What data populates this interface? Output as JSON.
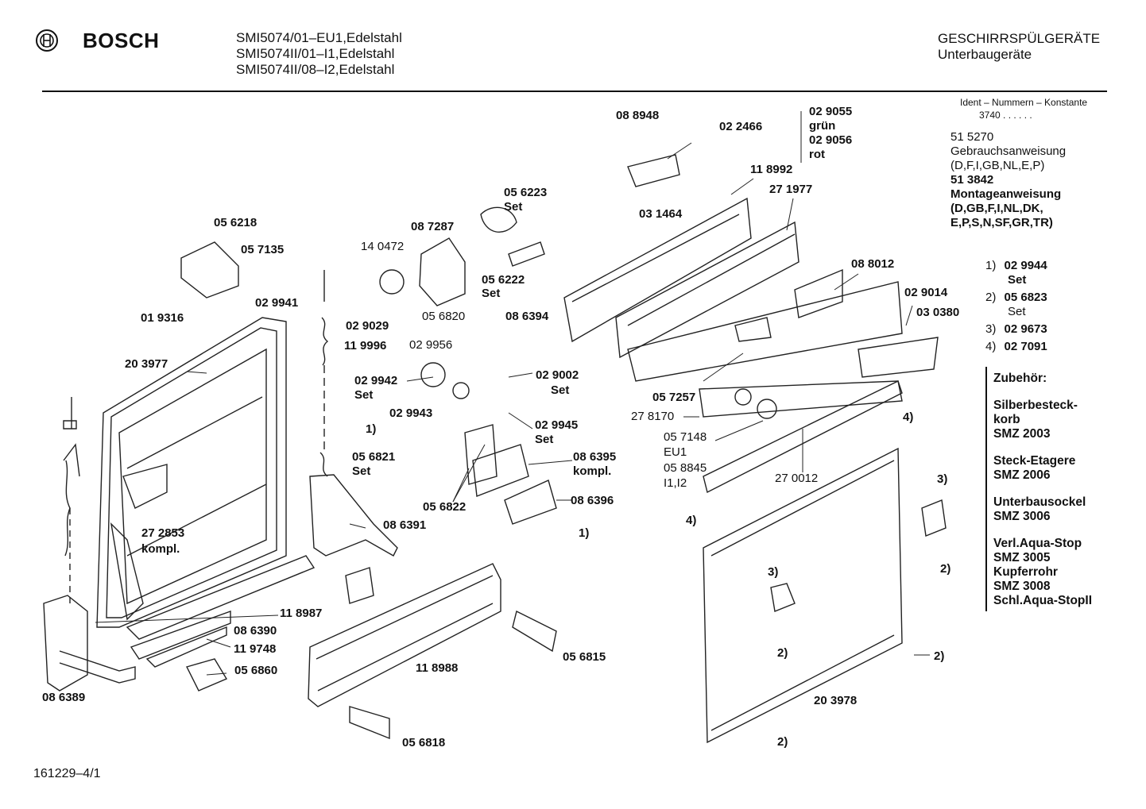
{
  "header": {
    "brand": "BOSCH",
    "models": [
      "SMI5074/01–EU1,Edelstahl",
      "SMI5074II/01–I1,Edelstahl",
      "SMI5074II/08–I2,Edelstahl"
    ],
    "category_line1": "GESCHIRRSPÜLGERÄTE",
    "category_line2": "Unterbaugeräte"
  },
  "ident": {
    "title": "Ident – Nummern – Konstante",
    "value": "3740 . . . . . ."
  },
  "documents": {
    "doc1_number": "51 5270",
    "doc1_name": "Gebrauchsanweisung",
    "doc1_langs": "(D,F,I,GB,NL,E,P)",
    "doc2_number": "51 3842",
    "doc2_name": "Montageanweisung",
    "doc2_langs1": "(D,GB,F,I,NL,DK,",
    "doc2_langs2": "E,P,S,N,SF,GR,TR)"
  },
  "notes": [
    {
      "num": "1)",
      "part": "02 9944",
      "suffix": "Set"
    },
    {
      "num": "2)",
      "part": "05 6823",
      "suffix": "Set"
    },
    {
      "num": "3)",
      "part": "02 9673",
      "suffix": ""
    },
    {
      "num": "4)",
      "part": "02 7091",
      "suffix": ""
    }
  ],
  "accessories": {
    "title": "Zubehör:",
    "items": [
      {
        "l1": "Silberbesteck-",
        "l2": "korb",
        "l3": "SMZ 2003"
      },
      {
        "l1": "Steck-Etagere",
        "l2": "SMZ 2006"
      },
      {
        "l1": "Unterbausockel",
        "l2": "SMZ 3006"
      },
      {
        "l1": "Verl.Aqua-Stop",
        "l2": "SMZ 3005",
        "l3": "Kupferrohr",
        "l4": "SMZ 3008",
        "l5": "Schl.Aqua-StopII"
      }
    ]
  },
  "labels": {
    "p088948": "08 8948",
    "p022466": "02 2466",
    "p029055": "02 9055",
    "gruen": "grün",
    "p029056": "02 9056",
    "rot": "rot",
    "p118992": "11 8992",
    "p271977": "27 1977",
    "p031464": "03 1464",
    "p056223": "05 6223",
    "set_a": "Set",
    "p087287": "08 7287",
    "p140472": "14 0472",
    "p056222": "05 6222",
    "set_b": "Set",
    "p056218": "05 6218",
    "p057135": "05 7135",
    "p029941": "02 9941",
    "p019316": "01 9316",
    "p029029": "02 9029",
    "p119996": "11 9996",
    "p203977": "20 3977",
    "p056820": "05 6820",
    "p086394": "08 6394",
    "p029956": "02 9956",
    "p088012": "08 8012",
    "p029014": "02 9014",
    "p030380": "03 0380",
    "p029942": "02 9942",
    "set_c": "Set",
    "p029002": "02 9002",
    "set_d": "Set",
    "p057257": "05 7257",
    "p278170": "27 8170",
    "p029943": "02 9943",
    "n1a": "1)",
    "p029945": "02 9945",
    "set_e": "Set",
    "p057148": "05 7148",
    "eu1": "EU1",
    "p058845": "05 8845",
    "i1i2": "I1,I2",
    "n4a": "4)",
    "p056821": "05 6821",
    "set_f": "Set",
    "p086395": "08 6395",
    "kompl_a": "kompl.",
    "p270012": "27 0012",
    "n3a": "3)",
    "p086396": "08 6396",
    "p056822": "05 6822",
    "n1b": "1)",
    "n4b": "4)",
    "n2a": "2)",
    "p086391": "08 6391",
    "p272853": "27 2853",
    "kompl_b": "kompl.",
    "n3b": "3)",
    "p118987": "11 8987",
    "p086390": "08 6390",
    "p119748": "11 9748",
    "n2b": "2)",
    "p056815": "05 6815",
    "n2c": "2)",
    "p056860": "05 6860",
    "p118988": "11 8988",
    "p086389": "08 6389",
    "p203978": "20 3978",
    "p056818": "05 6818",
    "n2d": "2)"
  },
  "footer": {
    "code": "161229–4/1"
  }
}
